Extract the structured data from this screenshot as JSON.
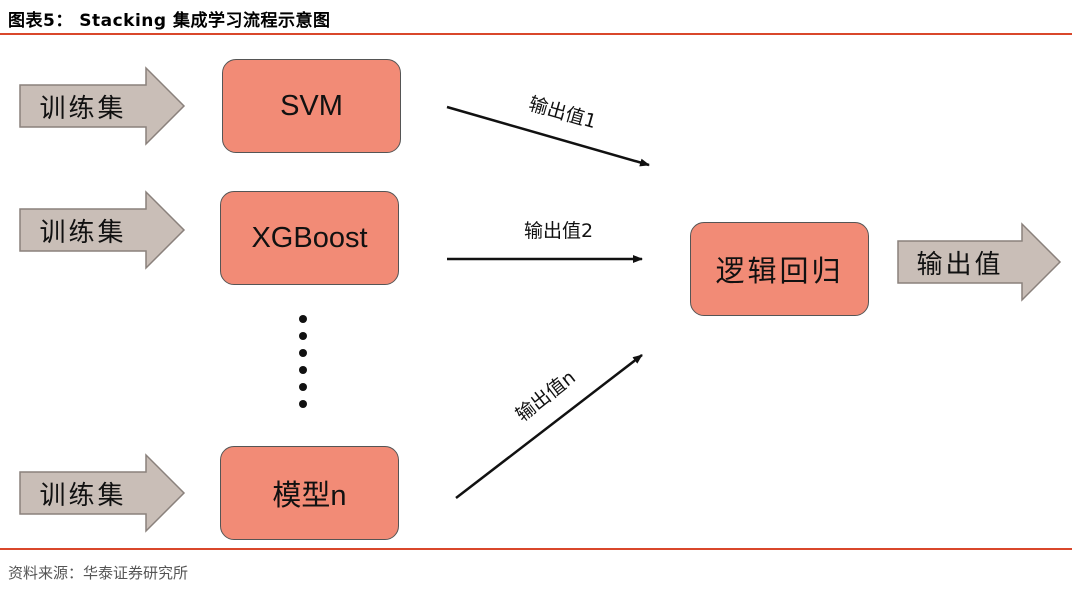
{
  "title": "图表5： Stacking 集成学习流程示意图",
  "source": "资料来源：华泰证券研究所",
  "colors": {
    "model_fill": "#f28b76",
    "arrow_fill": "#c9beb7",
    "rule": "#d9472b"
  },
  "inputs": [
    {
      "label": "训练集"
    },
    {
      "label": "训练集"
    },
    {
      "label": "训练集"
    }
  ],
  "models": [
    {
      "label": "SVM"
    },
    {
      "label": "XGBoost"
    },
    {
      "label": "模型n"
    }
  ],
  "edges": [
    {
      "label": "输出值1"
    },
    {
      "label": "输出值2"
    },
    {
      "label": "输出值n"
    }
  ],
  "meta_model": {
    "label": "逻辑回归"
  },
  "output": {
    "label": "输出值"
  }
}
